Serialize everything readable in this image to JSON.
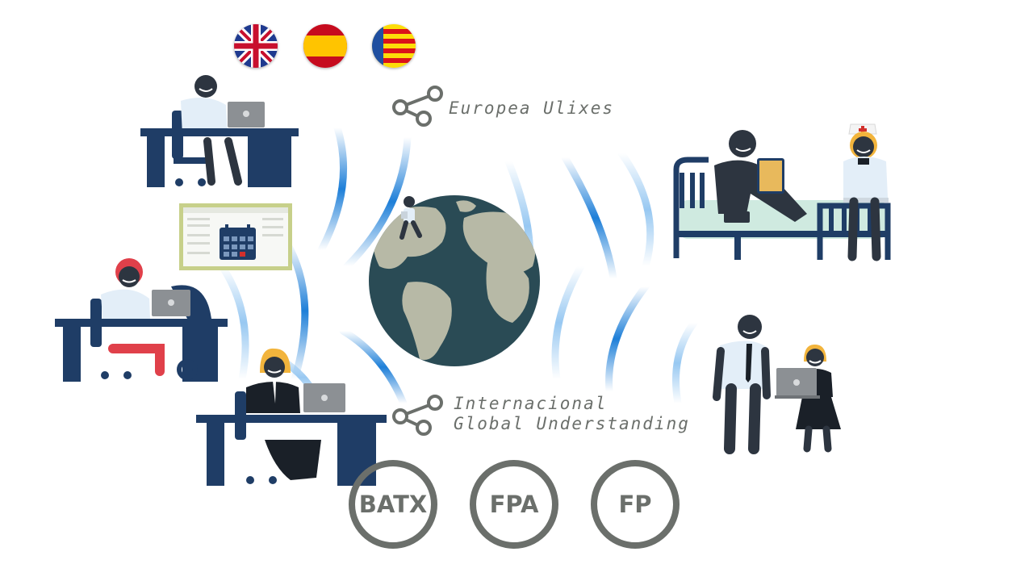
{
  "languages": [
    {
      "name": "english-flag-icon"
    },
    {
      "name": "spanish-flag-icon"
    },
    {
      "name": "catalan-flag-icon"
    }
  ],
  "programs": {
    "europea": "Europea Ulixes",
    "internacional_line1": "Internacional",
    "internacional_line2": "Global Understanding"
  },
  "badges": [
    "BATX",
    "FPA",
    "FP"
  ],
  "colors": {
    "navy": "#1f3d66",
    "dark_figure": "#2d3540",
    "wave_blue": "#1e7fd8",
    "globe_ocean": "#2a4b55",
    "globe_land": "#b7b9a6",
    "badge_gray": "#6b6f6b"
  }
}
